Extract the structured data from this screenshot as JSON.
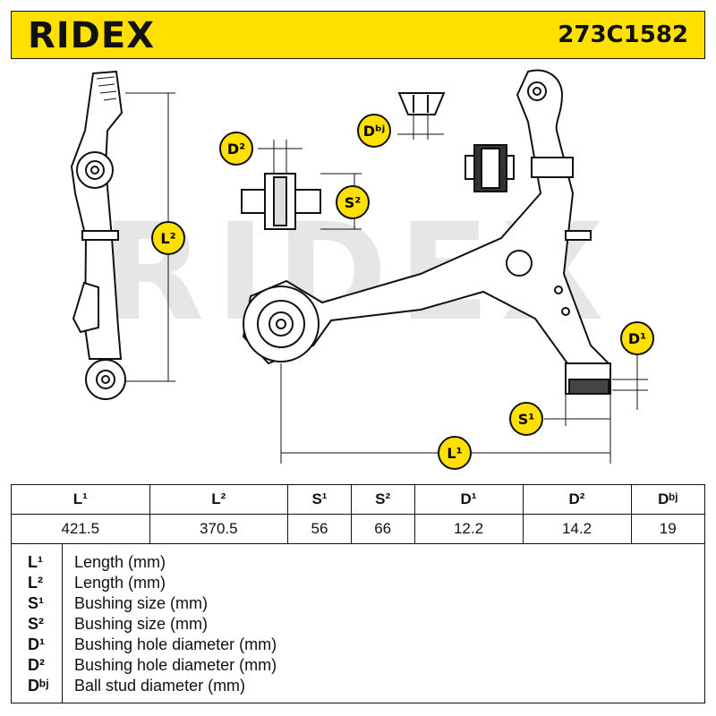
{
  "header": {
    "brand": "RIDEX",
    "part_number": "273C1582"
  },
  "watermark": "RIDEX",
  "dimension_tags": {
    "d2": "D²",
    "dbj": "Dᵇʲ",
    "s2": "S²",
    "l2": "L²",
    "d1": "D¹",
    "s1": "S¹",
    "l1": "L¹"
  },
  "spec_table": {
    "headers": [
      "L¹",
      "L²",
      "S¹",
      "S²",
      "D¹",
      "D²",
      "Dᵇʲ"
    ],
    "values": [
      "421.5",
      "370.5",
      "56",
      "66",
      "12.2",
      "14.2",
      "19"
    ]
  },
  "legend": [
    {
      "key": "L¹",
      "label": "Length (mm)"
    },
    {
      "key": "L²",
      "label": "Length (mm)"
    },
    {
      "key": "S¹",
      "label": "Bushing size (mm)"
    },
    {
      "key": "S²",
      "label": "Bushing size (mm)"
    },
    {
      "key": "D¹",
      "label": "Bushing hole diameter (mm)"
    },
    {
      "key": "D²",
      "label": "Bushing hole diameter (mm)"
    },
    {
      "key": "Dᵇʲ",
      "label": "Ball stud diameter (mm)"
    }
  ],
  "colors": {
    "accent_yellow": "#ffe000",
    "ink": "#111111",
    "watermark": "#e6e6e6"
  }
}
